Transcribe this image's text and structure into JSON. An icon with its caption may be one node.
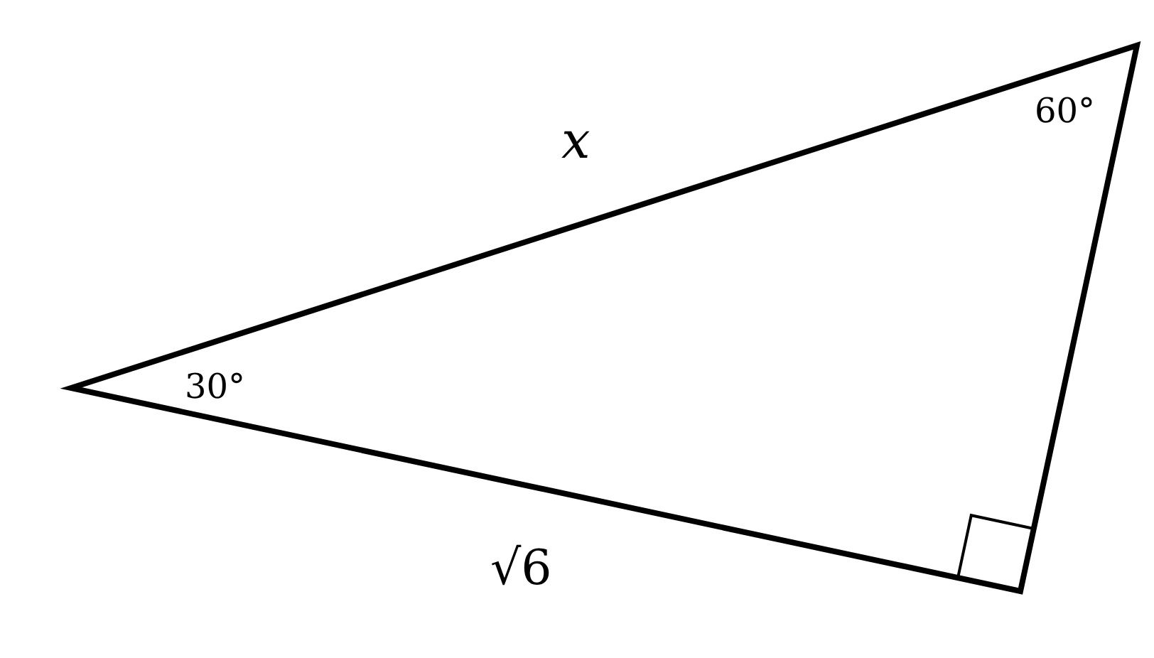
{
  "diagram": {
    "labels": [
      "x",
      "60°",
      "30°",
      "√6"
    ]
  }
}
